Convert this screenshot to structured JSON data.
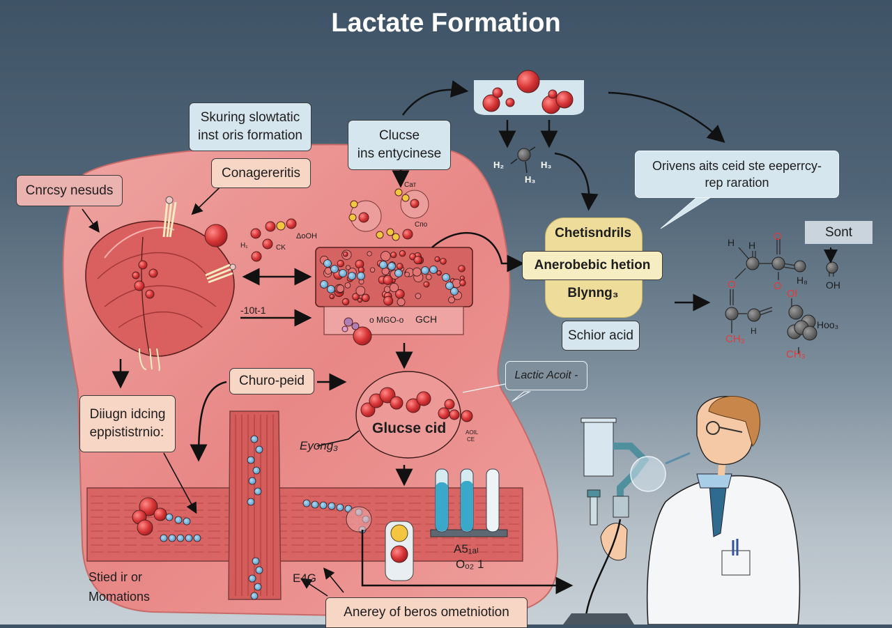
{
  "title": "Lactate Formation",
  "labels": {
    "skuring": [
      "Skuring slowtatic",
      "inst oris formation"
    ],
    "clucse": [
      "Clucse",
      "ins entycinese"
    ],
    "conagereritis": "Conagereritis",
    "cnrcsy": "Cnrcsy nesuds",
    "orivens": [
      "Orivens aits ceid ste eeperrcy-",
      "rep raration"
    ],
    "chetisndrils": "Chetisndrils",
    "anaerobic": "Anerobebic hetion",
    "blynng": "Blynng₃",
    "schior_acid": "Schior acid",
    "sont": "Sont",
    "diiugn": [
      "Diiugn idcing",
      "eppististrnio:"
    ],
    "churo_peid": "Churo-peid",
    "lactic_acoit": "Lactic Acoit -",
    "glucse_cid": "Glucse cid",
    "eyong": "Eyong₃",
    "stied": [
      "Stied ir or",
      "Momations"
    ],
    "anerey": "Anerey of beros ometniotion",
    "arrow_tag": "-10t-1",
    "e4g": "E4G",
    "as": "A5₁ₐₗ",
    "o21": "Oₒ₂ 1",
    "small_formula": {
      "aoh": "ΔoOH",
      "ck": "CK",
      "h": "H₁",
      "cnt": "Cат",
      "cno": "Cпо",
      "mgo": "o MGO-o",
      "gch": "GCH",
      "aoil": "AOIL",
      "ce": "CE"
    },
    "molecule_h": {
      "h2": "H₂",
      "h3a": "H₃",
      "h3b": "H₃"
    },
    "chem_right": {
      "h1": "H",
      "h2": "H",
      "o_top": "O",
      "o_left": "O",
      "o_mid": "O",
      "h8": "H₈",
      "oh": "OH",
      "ol": "Ol",
      "ch3_left": "CH₃",
      "h_low": "H",
      "hoo3": "Hoo₃",
      "ch3_right": "CH₃"
    }
  },
  "colors": {
    "tissue": "#e88d8c",
    "tissue_dark": "#c9504f",
    "rbc": "#d9393a",
    "wbc": "#6fb3de",
    "yellow": "#e9c63c",
    "label_blue": "#d6e6ef",
    "label_peach": "#f7d6c6",
    "label_cream": "#f6edc2"
  }
}
